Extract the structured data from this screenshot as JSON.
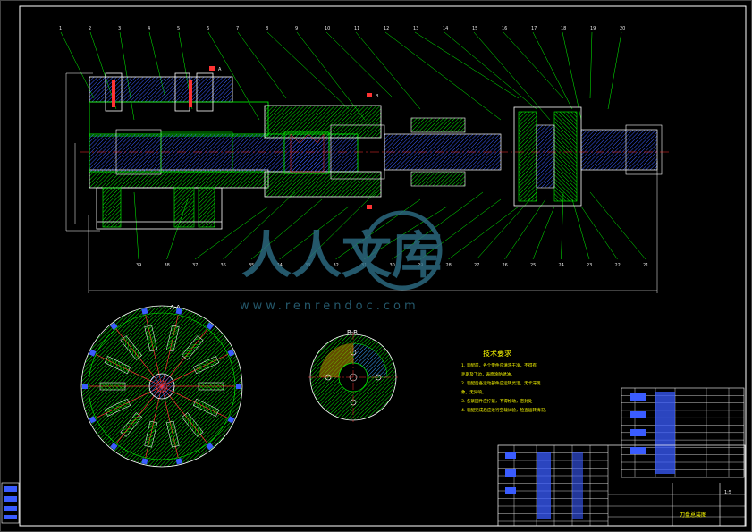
{
  "drawing": {
    "part_numbers_top": [
      "1",
      "2",
      "3",
      "4",
      "5",
      "6",
      "7",
      "8",
      "9",
      "10",
      "11",
      "12",
      "13",
      "14",
      "15",
      "16",
      "17",
      "18",
      "19",
      "20"
    ],
    "part_numbers_bottom": [
      "39",
      "38",
      "37",
      "36",
      "35",
      "34",
      "33",
      "32",
      "31",
      "30",
      "29",
      "28",
      "27",
      "26",
      "25",
      "24",
      "23",
      "22",
      "21"
    ],
    "section_labels": {
      "aa_marker": "A",
      "bb_marker": "B",
      "view_aa": "A-A",
      "view_bb": "B-B"
    },
    "tech_requirements": {
      "heading": "技术要求",
      "lines": [
        "1. 装配前，各个零件应清洗干净，不得有",
        "   毛刺及飞边，表面涂防锈油。",
        "2. 装配后各运动部件应运转灵活，无卡滞现",
        "   象，无异响。",
        "3. 各紧固件应拧紧，不得松动，密封处",
        "4. 装配完成后应进行空载试验，检查运转情况。"
      ]
    },
    "title_block": {
      "drawing_name": "刀盘总装图",
      "scale_label": "1:5"
    }
  },
  "watermark": {
    "chinese": "人人文库",
    "url": "www.renrendoc.com"
  },
  "colors": {
    "background": "#000000",
    "outline": "#ffffff",
    "part_line": "#00ff00",
    "dimension": "#00ffff",
    "hatch": "#00ff00",
    "center_line": "#ff0000",
    "accent_blue": "#3a5cff",
    "title_text": "#ffff00",
    "watermark": "#2e6e86"
  }
}
